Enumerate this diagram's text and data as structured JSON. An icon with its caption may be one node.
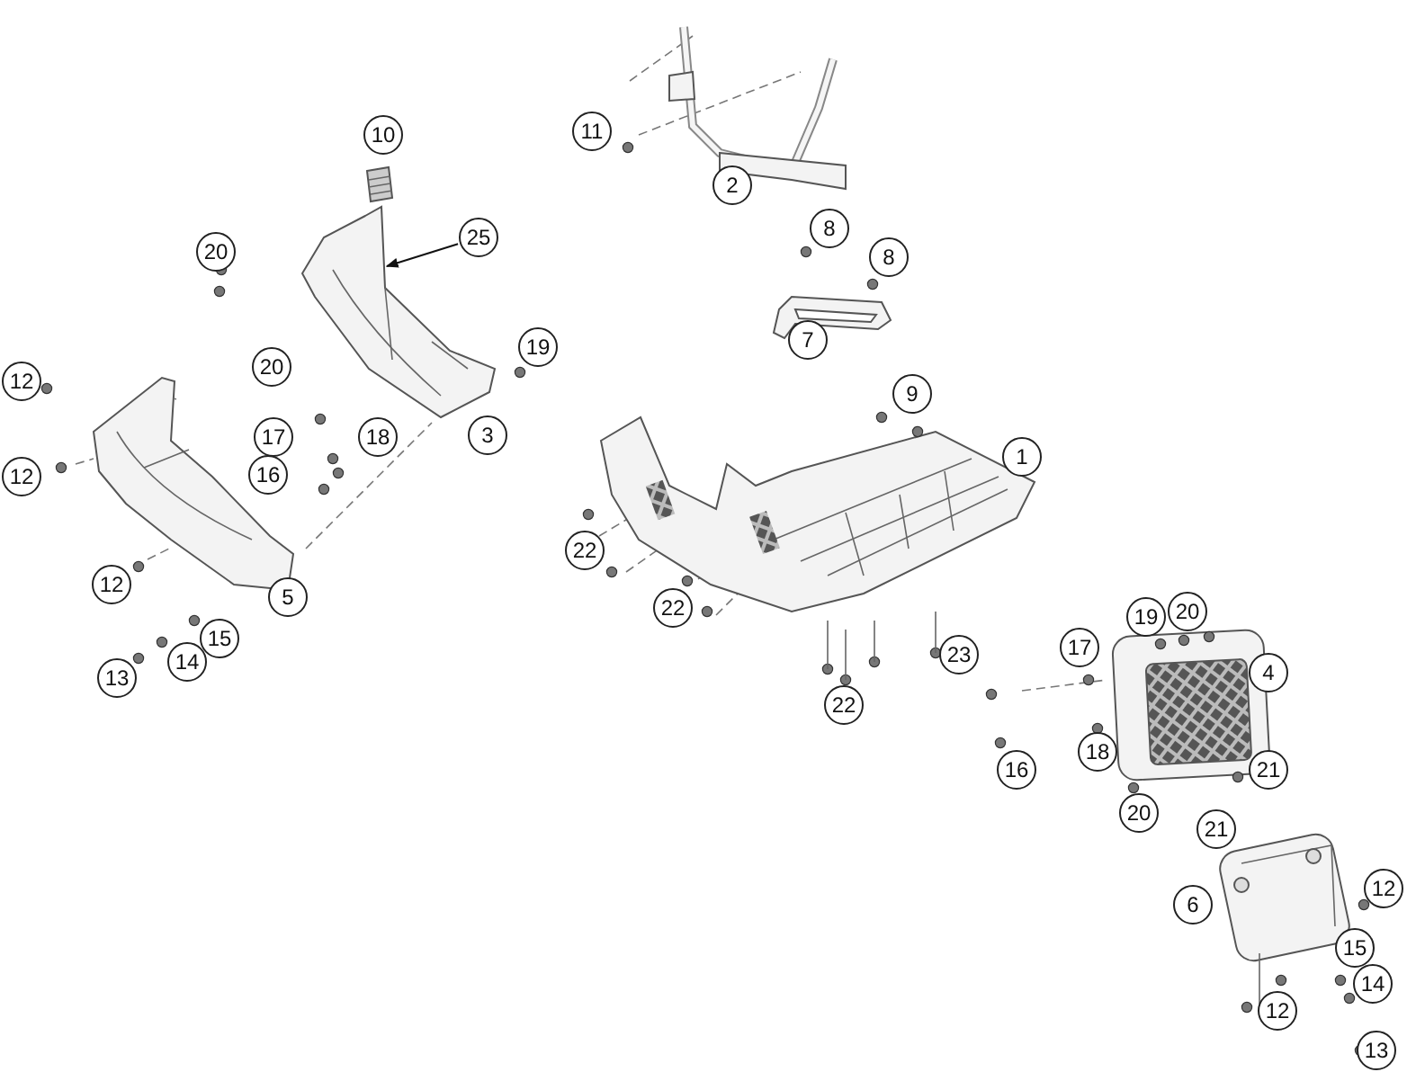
{
  "diagram": {
    "nodes": [
      {
        "text": [
          "11"
        ]
      },
      {
        "text": [
          "10"
        ]
      },
      {
        "text": [
          "2"
        ]
      },
      {
        "text": [
          "25"
        ]
      },
      {
        "text": [
          "20"
        ]
      },
      {
        "text": [
          "8"
        ]
      },
      {
        "text": [
          "8"
        ]
      },
      {
        "text": [
          "7"
        ]
      },
      {
        "text": [
          "19"
        ]
      },
      {
        "text": [
          "20"
        ]
      },
      {
        "text": [
          "12"
        ]
      },
      {
        "text": [
          "9"
        ]
      },
      {
        "text": [
          "17"
        ]
      },
      {
        "text": [
          "18"
        ]
      },
      {
        "text": [
          "3"
        ]
      },
      {
        "text": [
          "1"
        ]
      },
      {
        "text": [
          "16"
        ]
      },
      {
        "text": [
          "12"
        ]
      },
      {
        "text": [
          "22"
        ]
      },
      {
        "text": [
          "12"
        ]
      },
      {
        "text": [
          "5"
        ]
      },
      {
        "text": [
          "22"
        ]
      },
      {
        "text": [
          "20"
        ]
      },
      {
        "text": [
          "19"
        ]
      },
      {
        "text": [
          "15"
        ]
      },
      {
        "text": [
          "17"
        ]
      },
      {
        "text": [
          "23"
        ]
      },
      {
        "text": [
          "14"
        ]
      },
      {
        "text": [
          "4"
        ]
      },
      {
        "text": [
          "13"
        ]
      },
      {
        "text": [
          "22"
        ]
      },
      {
        "text": [
          "18"
        ]
      },
      {
        "text": [
          "16"
        ]
      },
      {
        "text": [
          "21"
        ]
      },
      {
        "text": [
          "20"
        ]
      },
      {
        "text": [
          "21"
        ]
      },
      {
        "text": [
          "12"
        ]
      },
      {
        "text": [
          "6"
        ]
      },
      {
        "text": [
          "15"
        ]
      },
      {
        "text": [
          "14"
        ]
      },
      {
        "text": [
          "12"
        ]
      },
      {
        "text": [
          "13"
        ]
      },
      {
        "text": [],
        "shape": "picture"
      }
    ],
    "edges": [
      {
        "from": 3,
        "to": 42,
        "arrow": "to"
      }
    ]
  }
}
